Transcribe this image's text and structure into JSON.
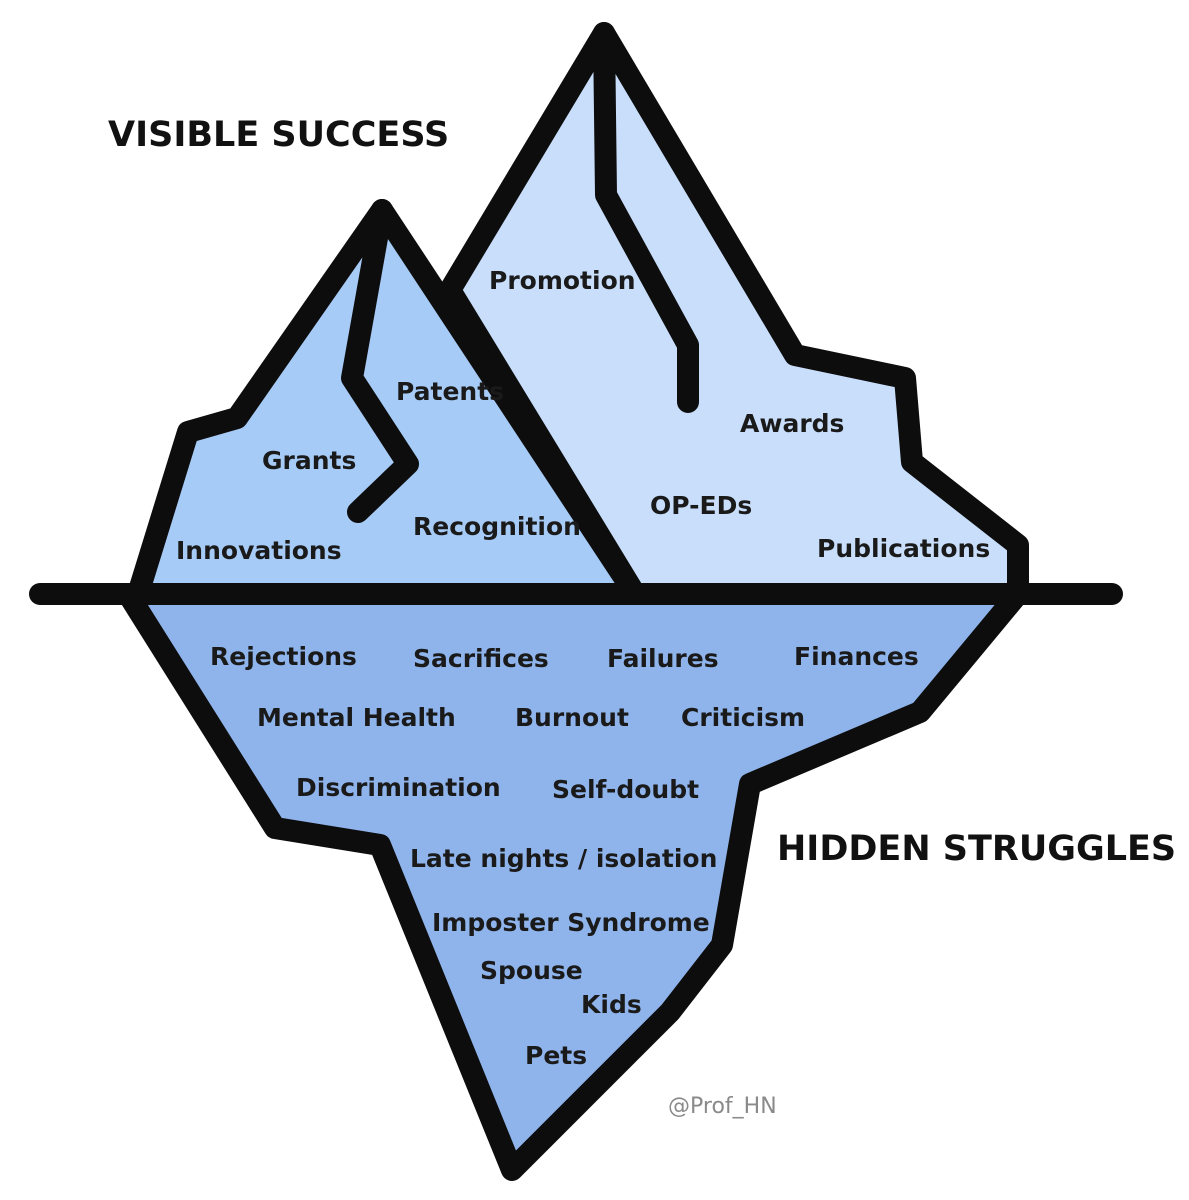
{
  "headings": {
    "top": "VISIBLE SUCCESS",
    "bottom": "HIDDEN STRUGGLES"
  },
  "visible_items": [
    "Promotion",
    "Patents",
    "Awards",
    "Grants",
    "OP-EDs",
    "Recognition",
    "Publications",
    "Innovations"
  ],
  "hidden_items": [
    "Rejections",
    "Sacrifices",
    "Failures",
    "Finances",
    "Mental Health",
    "Burnout",
    "Criticism",
    "Discrimination",
    "Self-doubt",
    "Late nights / isolation",
    "Imposter Syndrome",
    "Spouse",
    "Kids",
    "Pets"
  ],
  "credit": "@Prof_HN",
  "colors": {
    "outline": "#0d0d0d",
    "left_peak": "#a7cbf7",
    "right_peak": "#c8defb",
    "underwater": "#8fb4ec"
  }
}
